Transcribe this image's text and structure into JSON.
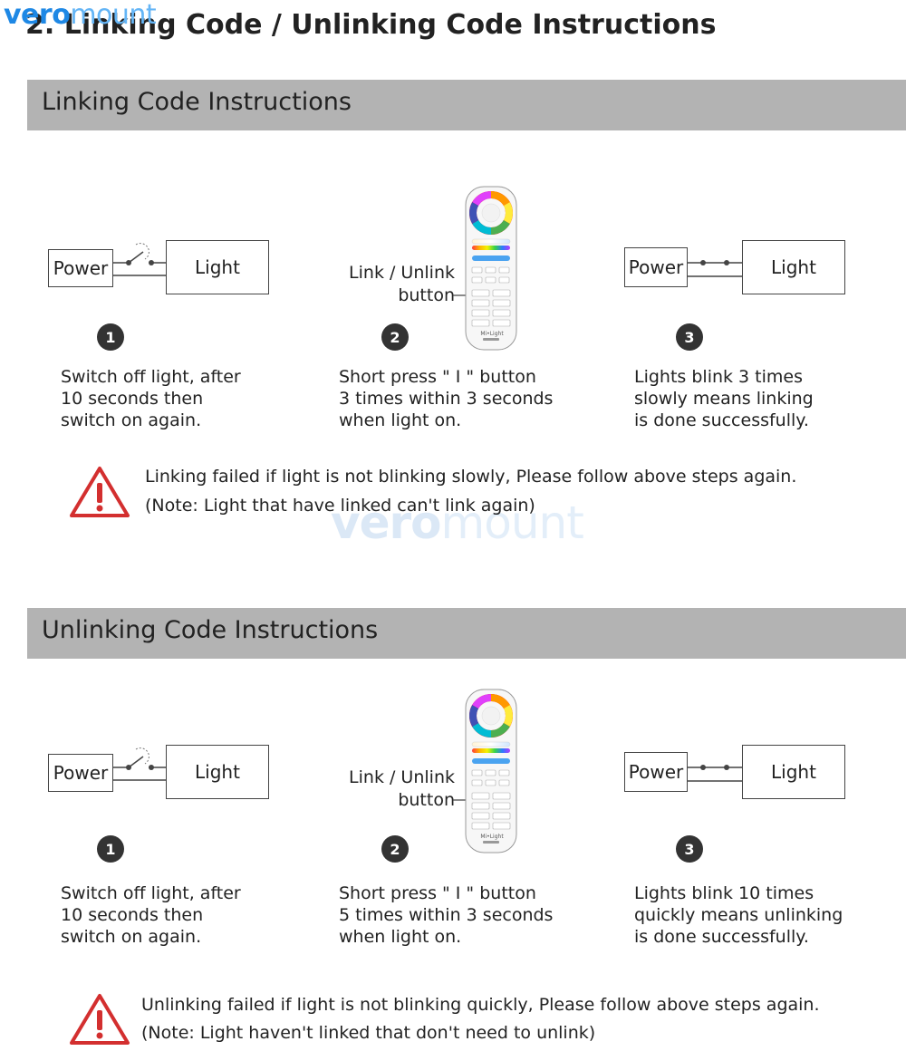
{
  "logo": {
    "bold": "vero",
    "light": "mount"
  },
  "watermark": {
    "bold": "vero",
    "light": "mount"
  },
  "title": "2. Linking Code / Unlinking Code Instructions",
  "linking": {
    "header": "Linking Code Instructions",
    "step1": {
      "num": "1",
      "power": "Power",
      "light": "Light",
      "text": "Switch off light, after\n10 seconds then\nswitch on again."
    },
    "step2": {
      "num": "2",
      "label": "Link / Unlink\nbutton",
      "text": "Short press \"  I  \" button\n3 times within 3 seconds\nwhen light on."
    },
    "step3": {
      "num": "3",
      "power": "Power",
      "light": "Light",
      "text": "Lights blink 3 times\nslowly means linking\nis done successfully."
    },
    "warning": {
      "line1": "Linking failed if light is not blinking slowly, Please follow above steps again.",
      "line2": "(Note: Light that have linked can't link again)"
    }
  },
  "unlinking": {
    "header": "Unlinking Code Instructions",
    "step1": {
      "num": "1",
      "power": "Power",
      "light": "Light",
      "text": "Switch off light, after\n10 seconds then\nswitch on again."
    },
    "step2": {
      "num": "2",
      "label": "Link / Unlink\nbutton",
      "text": "Short press \"  I  \" button\n5 times within 3 seconds\nwhen light on."
    },
    "step3": {
      "num": "3",
      "power": "Power",
      "light": "Light",
      "text": "Lights blink 10 times\nquickly means unlinking\nis done successfully."
    },
    "warning": {
      "line1": "Unlinking failed if light is not blinking quickly, Please follow above steps again.",
      "line2": "(Note: Light haven't linked that don't need to unlink)"
    }
  },
  "remote": {
    "brand": "Mi•Light"
  },
  "colors": {
    "header_bg": "#b3b3b3",
    "warning_red": "#d32f2f",
    "logo_blue": "#1e88e5"
  }
}
